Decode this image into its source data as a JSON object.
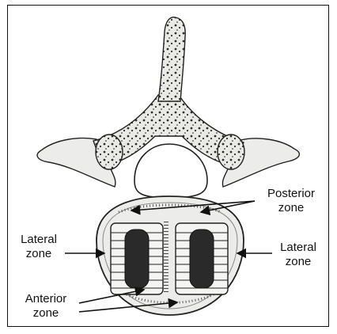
{
  "labels": {
    "posterior": [
      "Posterior",
      "zone"
    ],
    "lateral_left": [
      "Lateral",
      "zone"
    ],
    "lateral_right": [
      "Lateral",
      "zone"
    ],
    "anterior": [
      "Anterior",
      "zone"
    ]
  },
  "colors": {
    "bone": "#ececea",
    "bone_dark": "#cfcfcb",
    "outline": "#222222",
    "cancellous": "#333333",
    "cage_window": "#2a2a2a",
    "cage_body": "#f4f4f2"
  },
  "icons": [
    "vertebra-illustration",
    "interbody-cage-left",
    "interbody-cage-right",
    "arrow"
  ]
}
